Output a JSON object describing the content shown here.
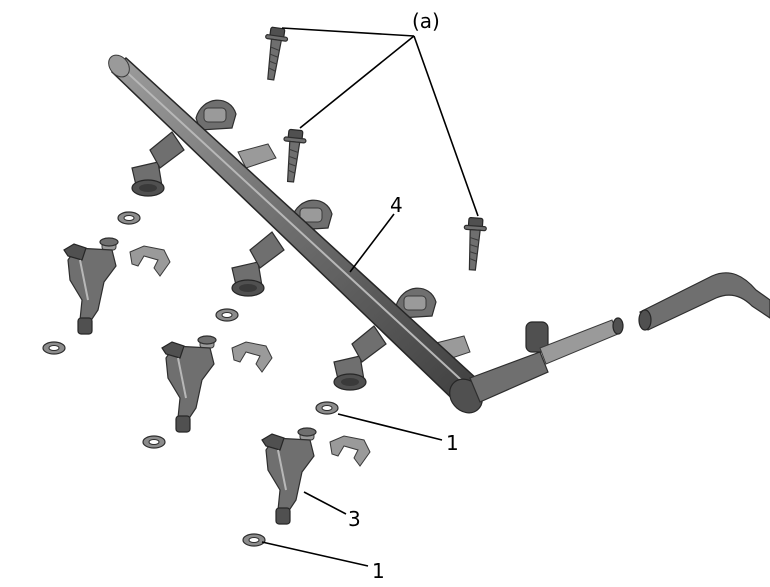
{
  "callouts": {
    "a": "(a)",
    "seal_upper": "1",
    "seal_lower": "1",
    "injector": "3",
    "fuel_rail": "4"
  },
  "colors": {
    "part": "#6f6f6f",
    "line": "#000000",
    "background": "#ffffff"
  }
}
